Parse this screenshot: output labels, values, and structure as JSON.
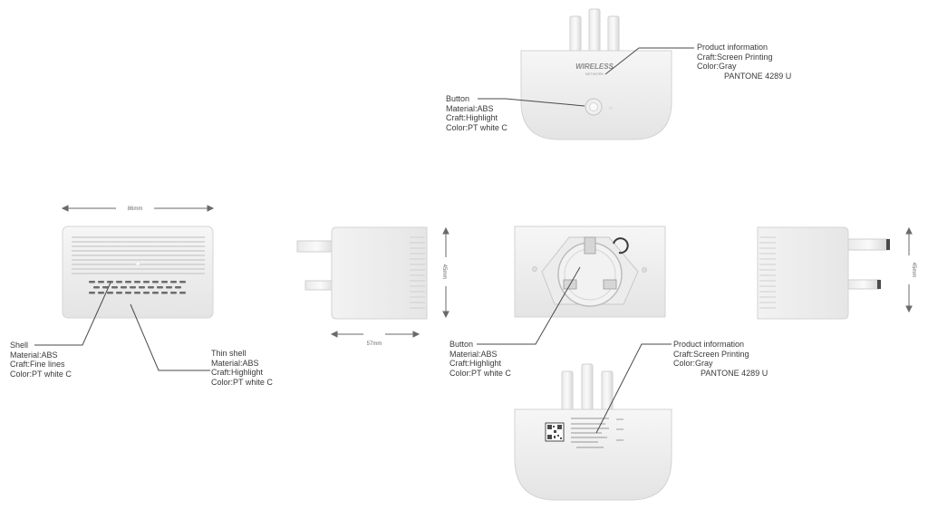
{
  "dimensions": {
    "width_label": "86mm",
    "depth_label": "57mm",
    "height_label_side": "45mm",
    "height_label_right": "45mm"
  },
  "front_panel": {
    "logo_text": "WIRELESS",
    "logo_subtext": "NETWORK"
  },
  "annotations": {
    "top_product_info": {
      "line1": "Product information",
      "line2": "Craft:Screen Printing",
      "line3": "Color:Gray",
      "line4": "PANTONE 4289 U"
    },
    "top_button": {
      "line1": "Button",
      "line2": "Material:ABS",
      "line3": "Craft:Highlight",
      "line4": "Color:PT white C"
    },
    "shell": {
      "line1": "Shell",
      "line2": "Material:ABS",
      "line3": "Craft:Fine lines",
      "line4": "Color:PT white C"
    },
    "thin_shell": {
      "line1": "Thin shell",
      "line2": "Material:ABS",
      "line3": "Craft:Highlight",
      "line4": "Color:PT white C"
    },
    "bottom_button": {
      "line1": "Button",
      "line2": "Material:ABS",
      "line3": "Craft:Highlight",
      "line4": "Color:PT white C"
    },
    "bottom_product_info": {
      "line1": "Product information",
      "line2": "Craft:Screen Printing",
      "line3": "Color:Gray",
      "line4": "PANTONE 4289 U"
    }
  },
  "colors": {
    "body": "#f4f4f4",
    "body_shade": "#e2e2e2",
    "outline": "#cfcfcf",
    "leader_line": "#4a4a4a",
    "dimension_line": "#6a6a6a",
    "text": "#3a3a3a"
  }
}
